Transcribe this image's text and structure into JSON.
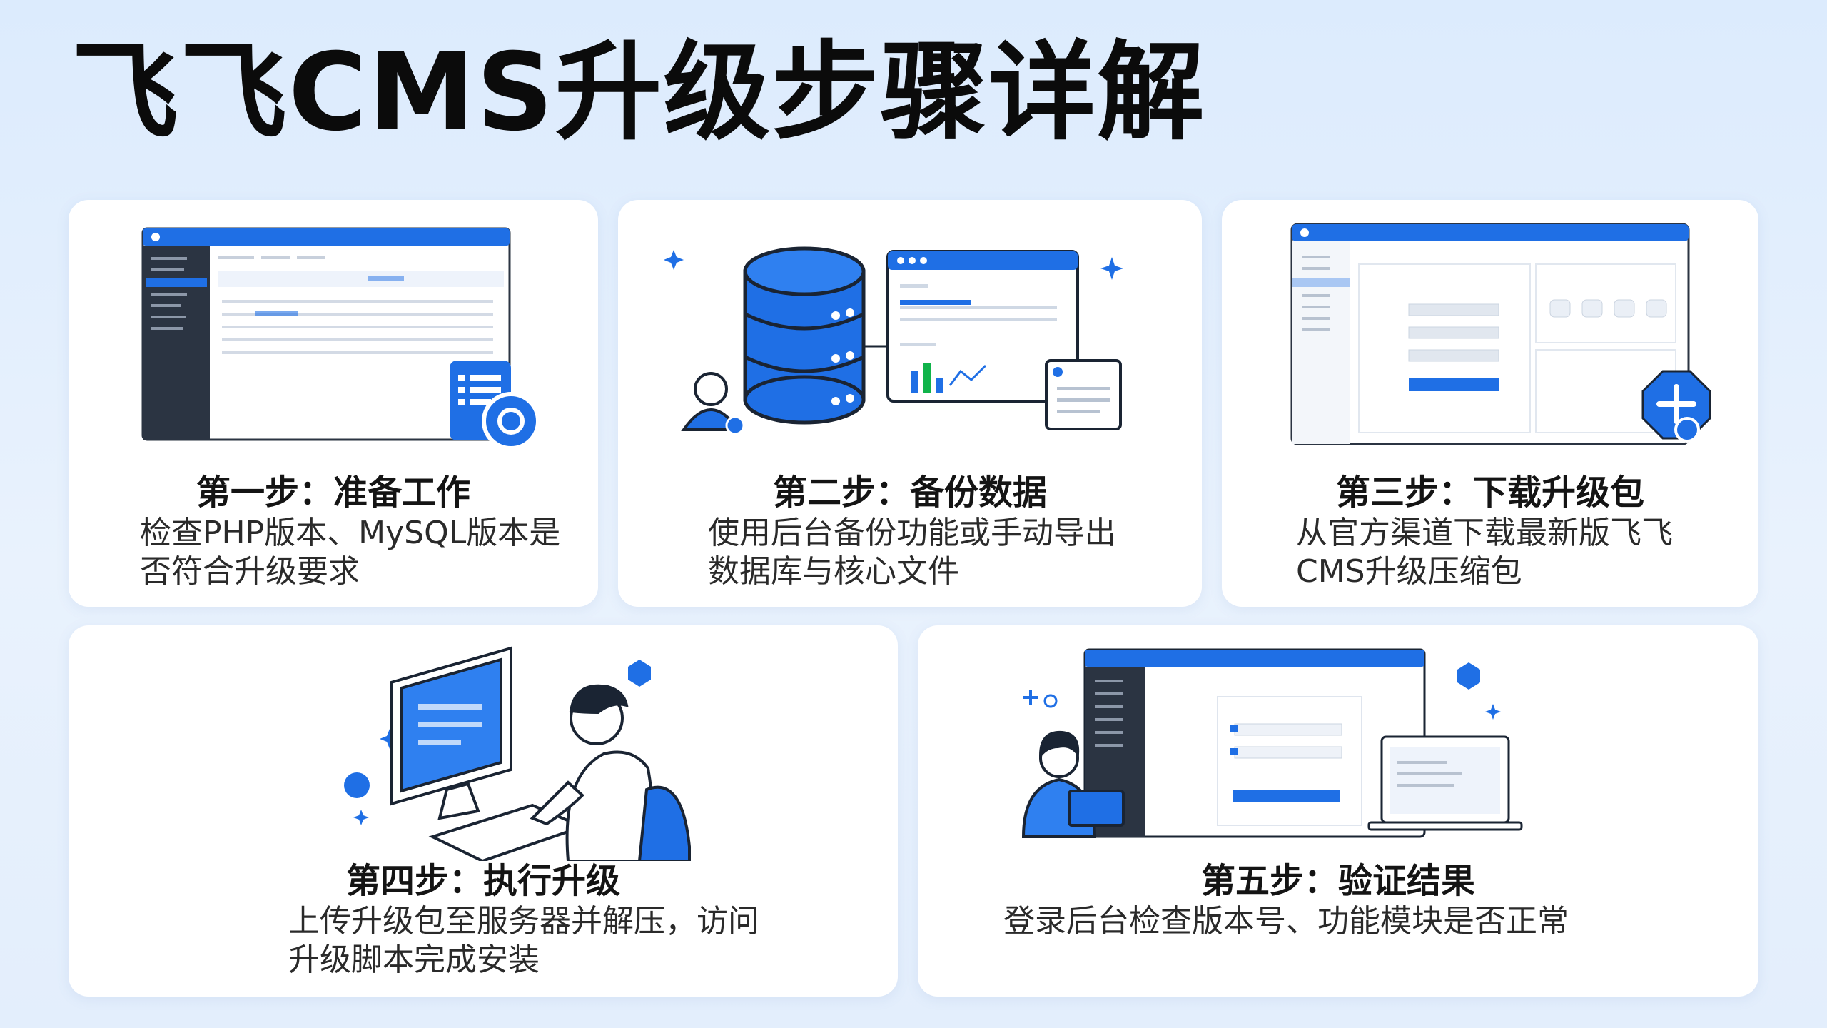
{
  "title": "飞飞CMS升级步骤详解",
  "colors": {
    "accent": "#1f6fe5",
    "dark_sidebar": "#2b3442",
    "background": "#e6f0fd"
  },
  "steps": [
    {
      "title": "第一步：准备工作",
      "desc_line1": "检查PHP版本、MySQL版本是",
      "desc_line2": "否符合升级要求",
      "illustration_icon": "admin-dashboard-icon"
    },
    {
      "title": "第二步：备份数据",
      "desc_line1": "使用后台备份功能或手动导出",
      "desc_line2": "数据库与核心文件",
      "illustration_icon": "database-backup-icon"
    },
    {
      "title": "第三步：下载升级包",
      "desc_line1": "从官方渠道下载最新版飞飞",
      "desc_line2": "CMS升级压缩包",
      "illustration_icon": "download-package-icon"
    },
    {
      "title": "第四步：执行升级",
      "desc_line1": "上传升级包至服务器并解压，访问",
      "desc_line2": "升级脚本完成安装",
      "illustration_icon": "person-at-computer-icon"
    },
    {
      "title": "第五步：验证结果",
      "desc_line1": "登录后台检查版本号、功能模块是否正常",
      "desc_line2": "",
      "illustration_icon": "verify-result-icon"
    }
  ]
}
